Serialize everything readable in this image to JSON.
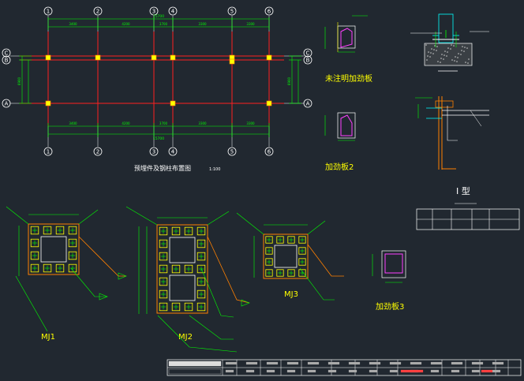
{
  "plan": {
    "grid_top": [
      "1",
      "2",
      "3",
      "4",
      "5",
      "6"
    ],
    "grid_bottom": [
      "1",
      "2",
      "3",
      "4",
      "5",
      "6"
    ],
    "grid_left": [
      "C",
      "B",
      "A"
    ],
    "grid_right": [
      "C",
      "B",
      "A"
    ],
    "dims_top": [
      "3400",
      "4200",
      "3700",
      "3300",
      "3300"
    ],
    "dims_top_total": "15700",
    "dims_bottom": [
      "3400",
      "4200",
      "3700",
      "3300",
      "3300"
    ],
    "dims_bottom_total": "15700",
    "dims_left": [
      "6900"
    ],
    "dims_right": [
      "6900"
    ],
    "title": "预埋件及钢柱布置图",
    "scale": "1:100"
  },
  "details": {
    "stiffener_title": "未注明加劲板",
    "stiffener2_title": "加劲板2",
    "stiffener3_title": "加劲板3",
    "i_section_title": "I 型"
  },
  "embeds": [
    {
      "label": "MJ1"
    },
    {
      "label": "MJ2"
    },
    {
      "label": "MJ3"
    }
  ],
  "title_block": {
    "company": "",
    "cells": [
      "",
      "",
      "",
      "",
      "",
      "",
      "",
      "",
      "",
      "",
      ""
    ]
  },
  "colors": {
    "background": "#212830",
    "grid_line": "#ff2020",
    "dimension": "#00ff00",
    "column": "#ffff00",
    "cyan": "#00ffff",
    "yellow_text": "#ffff00",
    "orange": "#ff8000",
    "white": "#ffffff",
    "magenta": "#ff40ff"
  }
}
